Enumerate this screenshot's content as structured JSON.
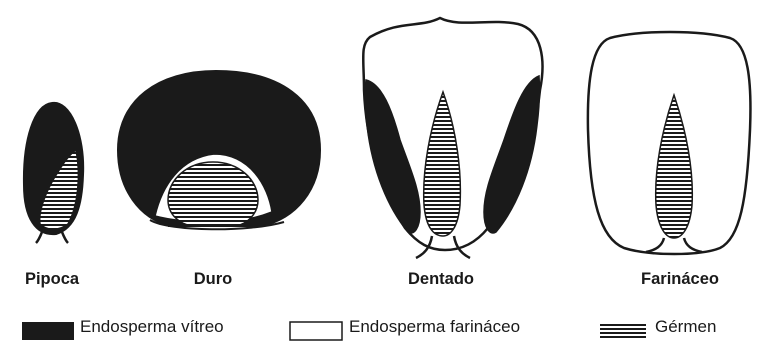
{
  "kernels": [
    {
      "key": "pipoca",
      "label": "Pipoca"
    },
    {
      "key": "duro",
      "label": "Duro"
    },
    {
      "key": "dentado",
      "label": "Dentado"
    },
    {
      "key": "farinaceo",
      "label": "Farináceo"
    }
  ],
  "legend": [
    {
      "key": "vitreo",
      "label": "Endosperma vítreo",
      "swatch": "solid-black"
    },
    {
      "key": "farinaceo",
      "label": "Endosperma farináceo",
      "swatch": "white-outline"
    },
    {
      "key": "germen",
      "label": "Gérmen",
      "swatch": "horizontal-stripes"
    }
  ],
  "colors": {
    "ink": "#1a1a1a",
    "background": "#ffffff"
  }
}
